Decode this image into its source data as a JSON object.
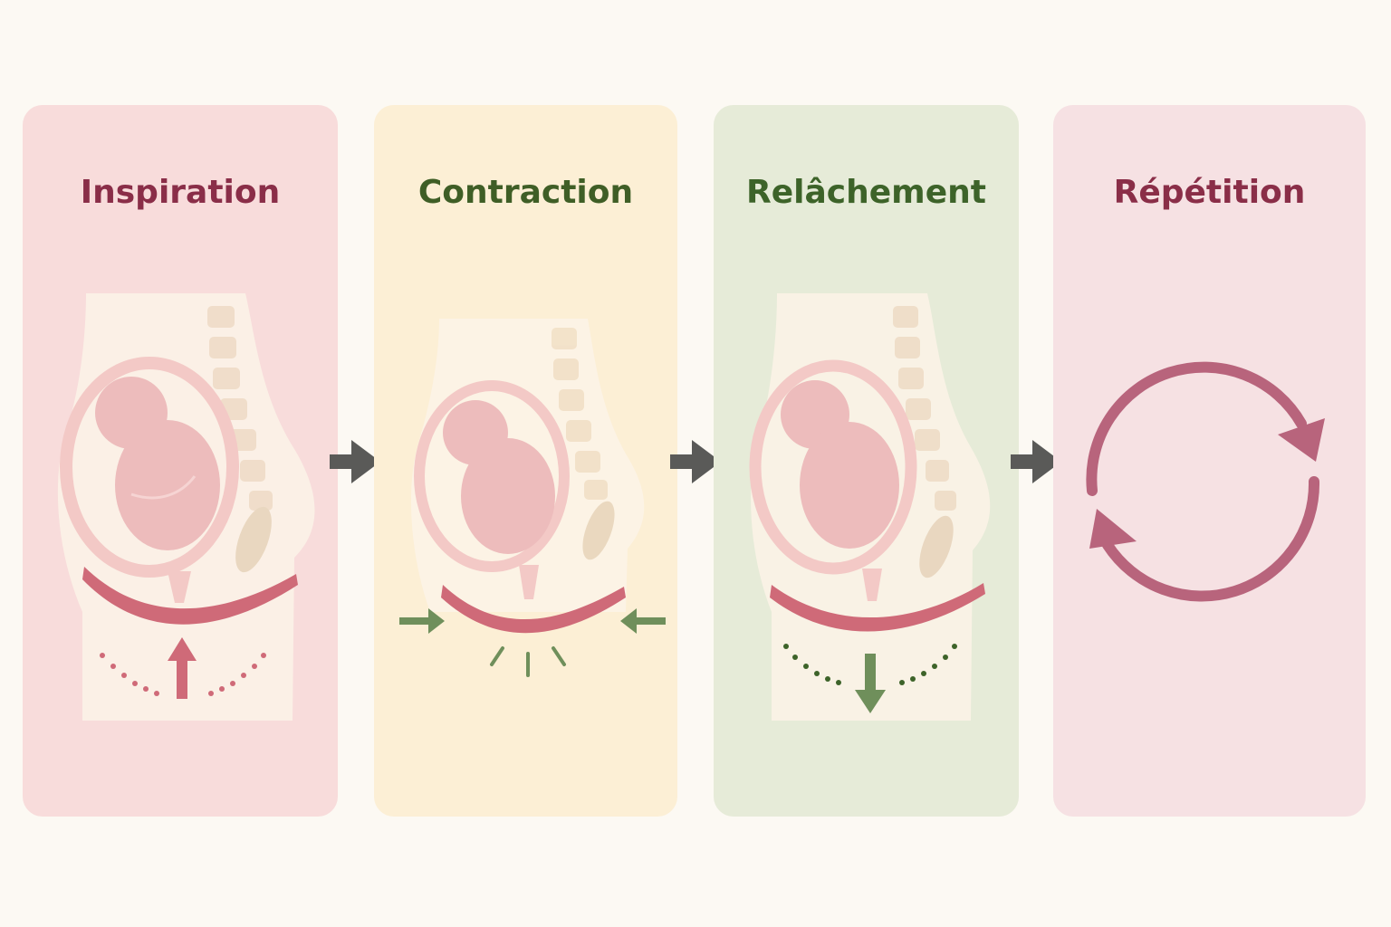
{
  "steps": [
    {
      "title": "Inspiration",
      "panel_color": "#f8dcdb",
      "title_color": "#8a2e48",
      "indicator": "up-arrow"
    },
    {
      "title": "Contraction",
      "panel_color": "#fcefd5",
      "title_color": "#3f5e26",
      "indicator": "side-arrows"
    },
    {
      "title": "Relâchement",
      "panel_color": "#e6ebd8",
      "title_color": "#3d6329",
      "indicator": "down-arrow"
    },
    {
      "title": "Répétition",
      "panel_color": "#f6e1e3",
      "title_color": "#8a2e48",
      "indicator": "cycle-icon"
    }
  ],
  "colors": {
    "background": "#fcf9f3",
    "body_fill": "#fbf3e8",
    "baby": "#edbcbc",
    "muscle": "#cf6a78",
    "spine": "#efdcc7",
    "green_arrow": "#6f8f5b",
    "connector_arrow": "#5a5a58",
    "cycle": "#b8647c"
  }
}
